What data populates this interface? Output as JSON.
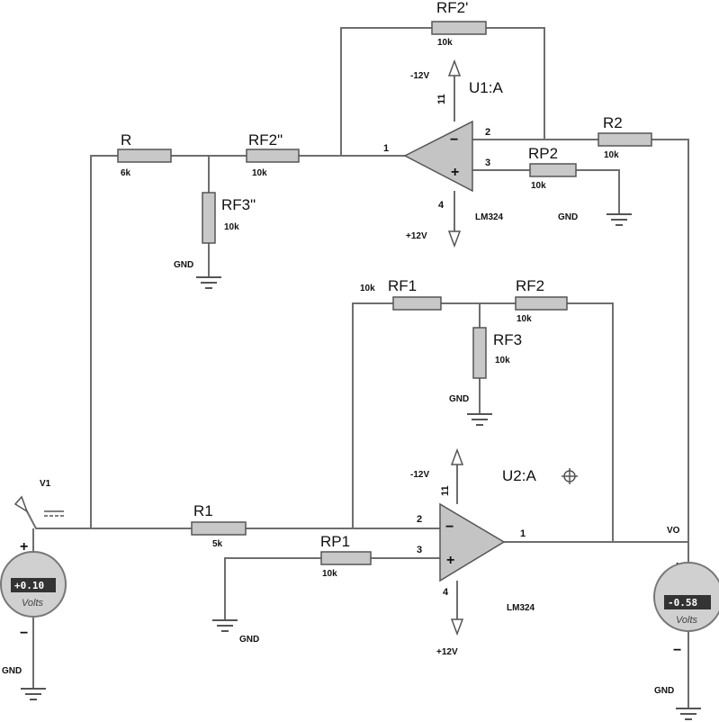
{
  "resistors": {
    "rf2_prime": {
      "name": "RF2'",
      "value": "10k"
    },
    "r": {
      "name": "R",
      "value": "6k"
    },
    "rf2_dprime": {
      "name": "RF2\"",
      "value": "10k"
    },
    "rf3_dprime": {
      "name": "RF3\"",
      "value": "10k"
    },
    "r2": {
      "name": "R2",
      "value": "10k"
    },
    "rp2": {
      "name": "RP2",
      "value": "10k"
    },
    "rf1": {
      "name": "RF1",
      "value": "10k"
    },
    "rf2": {
      "name": "RF2",
      "value": "10k"
    },
    "rf3": {
      "name": "RF3",
      "value": "10k"
    },
    "r1": {
      "name": "R1",
      "value": "5k"
    },
    "rp1": {
      "name": "RP1",
      "value": "10k"
    }
  },
  "opamps": {
    "u1": {
      "name": "U1:A",
      "part": "LM324",
      "neg_supply": "-12V",
      "pos_supply": "+12V",
      "pin_inv": "2",
      "pin_noninv": "3",
      "pin_out": "1",
      "pin_vneg": "11",
      "pin_vpos": "4"
    },
    "u2": {
      "name": "U2:A",
      "part": "LM324",
      "neg_supply": "-12V",
      "pos_supply": "+12V",
      "pin_inv": "2",
      "pin_noninv": "3",
      "pin_out": "1",
      "pin_vneg": "11",
      "pin_vpos": "4"
    }
  },
  "sources": {
    "v1": {
      "name": "V1"
    }
  },
  "nets": {
    "vo": "VO",
    "gnd": "GND"
  },
  "meters": {
    "input": {
      "value": "+0.10",
      "unit": "Volts"
    },
    "output": {
      "value": "-0.58",
      "unit": "Volts"
    }
  },
  "signs": {
    "plus": "+",
    "minus": "−"
  }
}
